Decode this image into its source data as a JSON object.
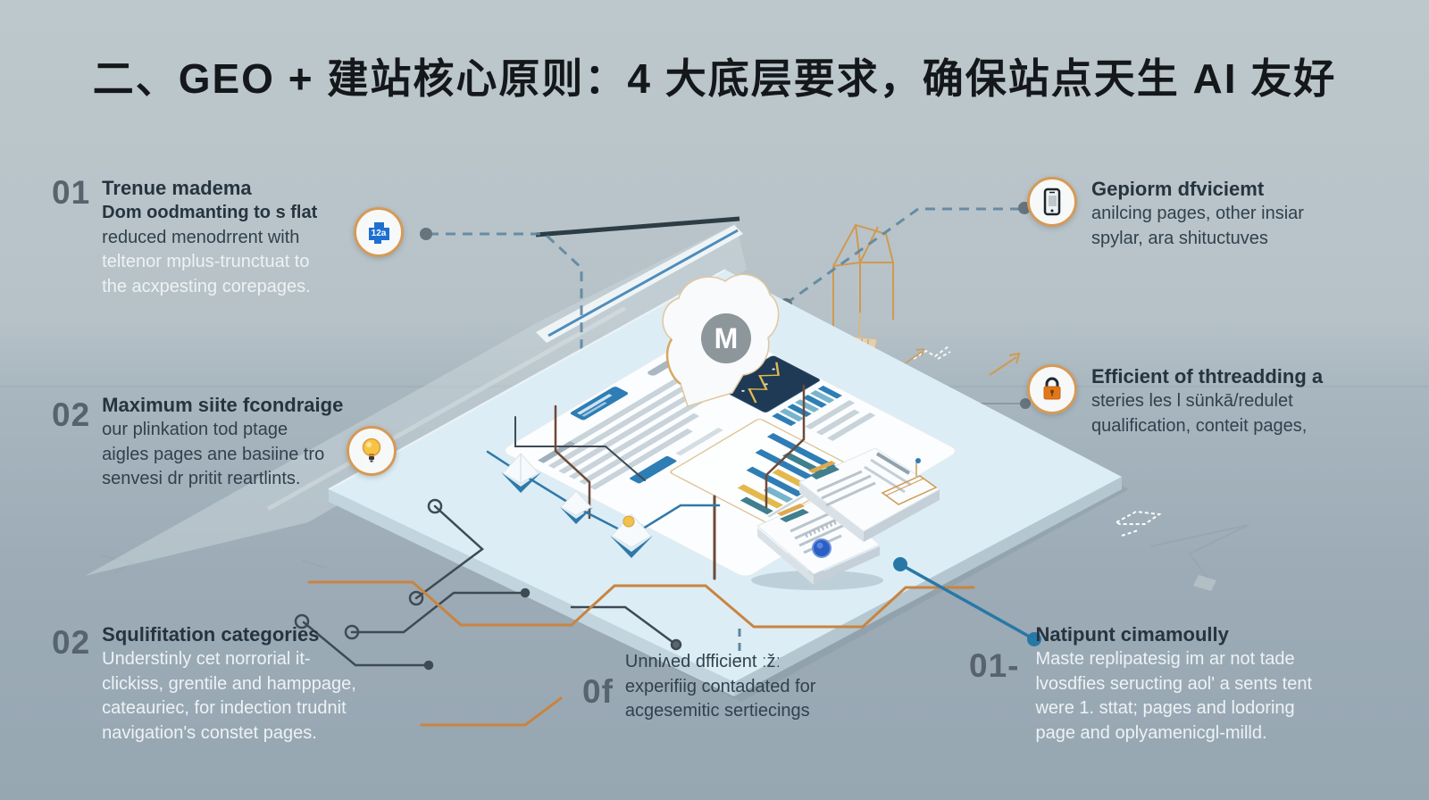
{
  "title": "二、GEO + 建站核心原则：4 大底层要求，确保站点天生 AI 友好",
  "cloud_badge_letter": "M",
  "icons": {
    "puzzle_badge_text": "12a"
  },
  "sections": {
    "top_left": {
      "number": "01",
      "heading": "Trenue madema",
      "line2": "Dom oodmanting to s flat",
      "line3": "reduced menodrrent with",
      "line4": "teltenor mplus-trunctuat to",
      "line5": "the acxpesting corepages."
    },
    "mid_left": {
      "number": "02",
      "heading": "Maximum siite fcondraige",
      "line2": "our plinkation tod ptage",
      "line3": "aigles pages ane basiine tro",
      "line4": "senvesi dr pritit reartlints."
    },
    "bottom_left": {
      "number": "02",
      "heading": "Squlifitation categories",
      "line2": "Understinly cet norrorial it-",
      "line3": "clickiss, grentile and hamppage,",
      "line4": "cateauriec, for indection trudnit",
      "line5": "navigation's constet pages."
    },
    "bottom_center": {
      "number": "0f",
      "line1": "Unniʌed dfficient ːžː",
      "line2": "experifiig contadated for",
      "line3": "acgesemitic sertiecings"
    },
    "bottom_right": {
      "number": "01-",
      "heading": "Natipunt cimamoully",
      "line2": "Maste replipatesig im ar not tade",
      "line3": "lvosdfies seructing aol' a sents tent",
      "line4": "were 1. sttat; pages and lodoring",
      "line5": "page and oplyamenicgl-milld."
    },
    "top_right": {
      "heading": "Gepiorm dfviciemt",
      "line2": "anilcing pages, other insiar",
      "line3": "spylar, ara shituctuves"
    },
    "mid_right": {
      "heading": "Efficient of thtreadding a",
      "line2": "steries les l sünkā/redulet",
      "line3": "qualification, conteit pages,"
    }
  },
  "colors": {
    "accent_orange": "#D69A56",
    "accent_blue": "#2E7DB5",
    "navy_panel": "#1E3A55",
    "background_top": "#BCC7CB",
    "background_bottom": "#97A7B2",
    "text_dark": "#2C3B47",
    "text_light": "#EDF2F5",
    "number_gray": "#57646D",
    "connector_blue": "#2878A6"
  }
}
